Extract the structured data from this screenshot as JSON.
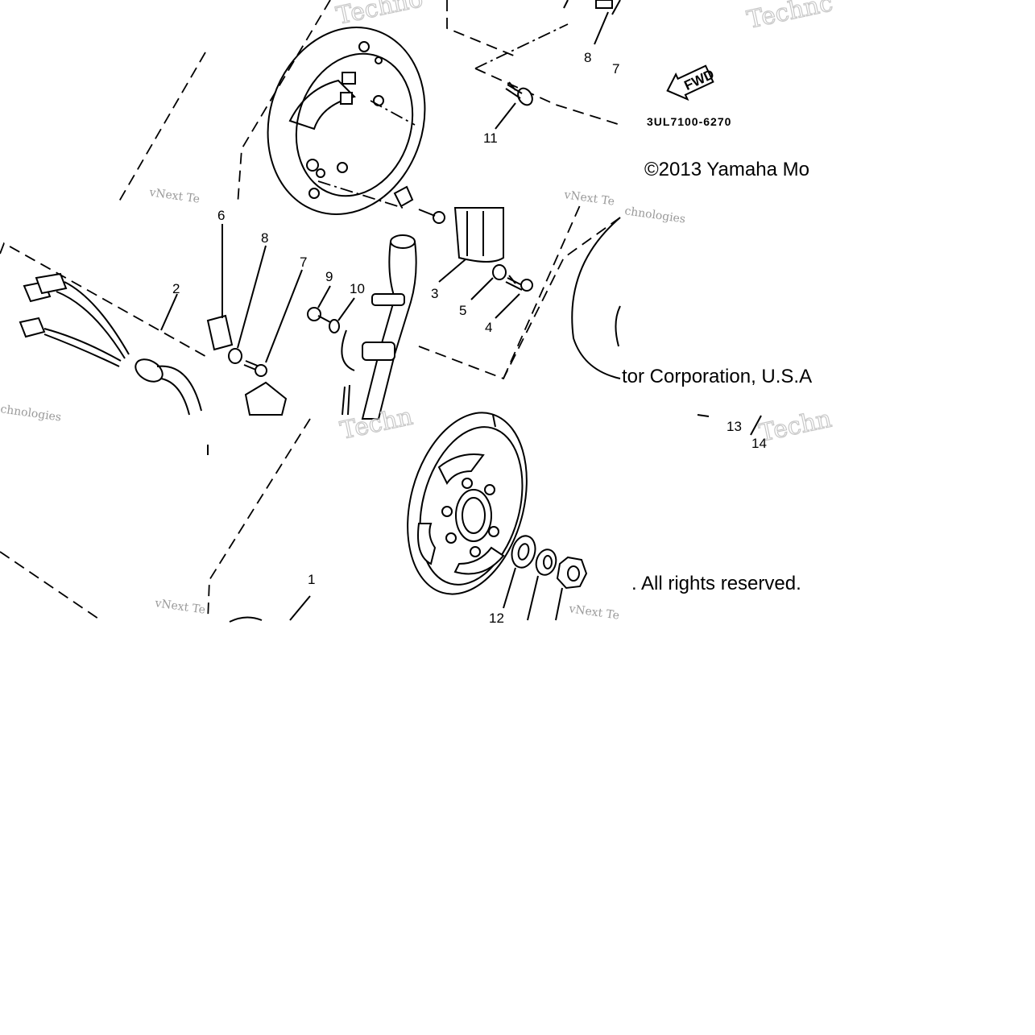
{
  "diagram": {
    "part_number": "3UL7100-6270",
    "fwd_label": "FWD",
    "copyright": {
      "line1": "©2013 Yamaha Mo",
      "line2": "tor Corporation, U.S.A",
      "line3": ". All rights reserved."
    },
    "callouts": [
      "1",
      "2",
      "3",
      "4",
      "5",
      "6",
      "7",
      "8",
      "9",
      "10",
      "11",
      "12",
      "13",
      "14"
    ],
    "watermark": {
      "vnext": "vNext Te",
      "vnext_alt": "vNext Te",
      "technologies": "chnologies",
      "techno": "Techno",
      "techn": "Techn",
      "technc": "Technc"
    }
  }
}
